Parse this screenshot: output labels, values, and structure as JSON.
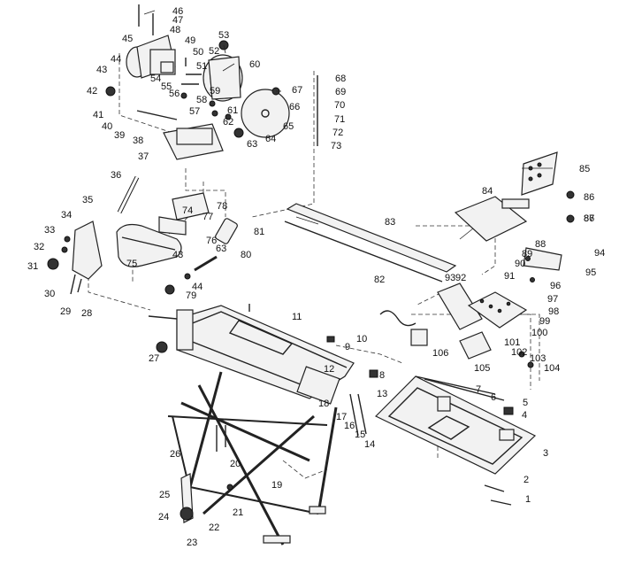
{
  "diagram": {
    "callouts": [
      "1",
      "2",
      "3",
      "4",
      "5",
      "6",
      "7",
      "8",
      "9",
      "10",
      "11",
      "12",
      "13",
      "14",
      "15",
      "16",
      "17",
      "18",
      "19",
      "20",
      "21",
      "22",
      "23",
      "24",
      "25",
      "26",
      "27",
      "28",
      "29",
      "30",
      "31",
      "32",
      "33",
      "34",
      "35",
      "36",
      "37",
      "38",
      "39",
      "40",
      "41",
      "42",
      "43",
      "44",
      "45",
      "46",
      "47",
      "48",
      "49",
      "50",
      "51",
      "52",
      "53",
      "54",
      "55",
      "56",
      "57",
      "58",
      "59",
      "60",
      "61",
      "62",
      "63",
      "64",
      "65",
      "66",
      "67",
      "68",
      "69",
      "70",
      "71",
      "72",
      "73",
      "74",
      "75",
      "76",
      "77",
      "78",
      "79",
      "80",
      "81",
      "82",
      "83",
      "84",
      "85",
      "86",
      "87",
      "88",
      "89",
      "90",
      "91",
      "92",
      "93",
      "94",
      "95",
      "96",
      "97",
      "98",
      "99",
      "100",
      "101",
      "102",
      "103",
      "104",
      "105",
      "106"
    ],
    "duplicate_labels": [
      "43",
      "44",
      "63",
      "86"
    ]
  }
}
